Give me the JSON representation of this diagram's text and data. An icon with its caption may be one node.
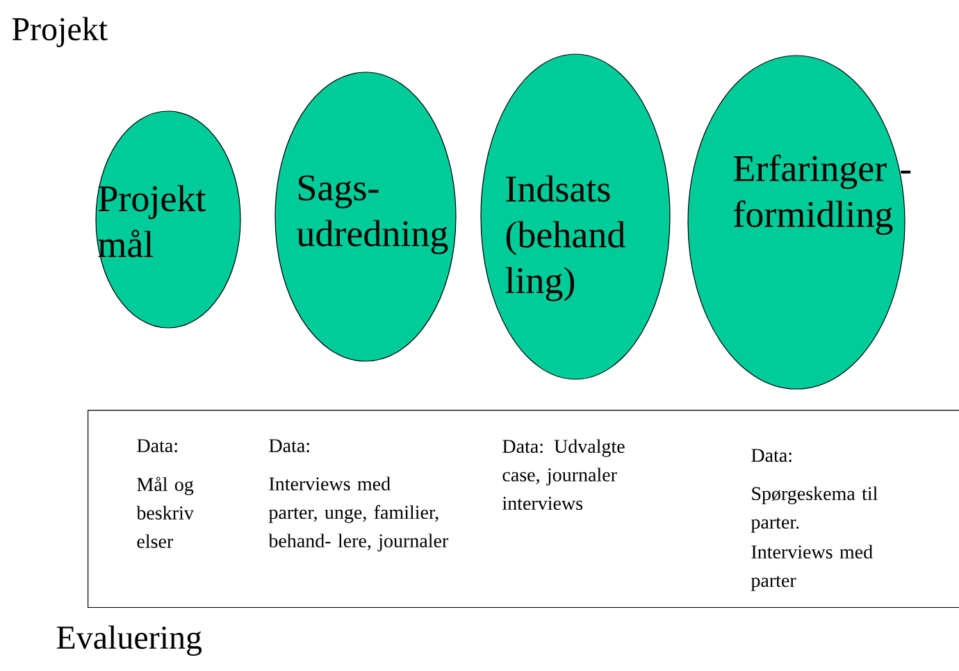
{
  "diagram": {
    "title": "Projekt",
    "nodes": [
      {
        "text": [
          "Projekt mål"
        ]
      },
      {
        "text": [
          "Sags- udredning"
        ]
      },
      {
        "text": [
          "Indsats (behand ling)"
        ]
      },
      {
        "text": [
          "Erfaringer - formidling"
        ]
      },
      {
        "text": [
          "Data:",
          "Mål og beskriv elser",
          "Data:",
          "Interviews med parter, unge, familier, behand- lere, journaler",
          "Data: Udvalgte case, journaler interviews",
          "Data:",
          "Spørgeskema til parter.",
          "Interviews med parter"
        ]
      }
    ],
    "labels": [
      "Evaluering"
    ]
  }
}
